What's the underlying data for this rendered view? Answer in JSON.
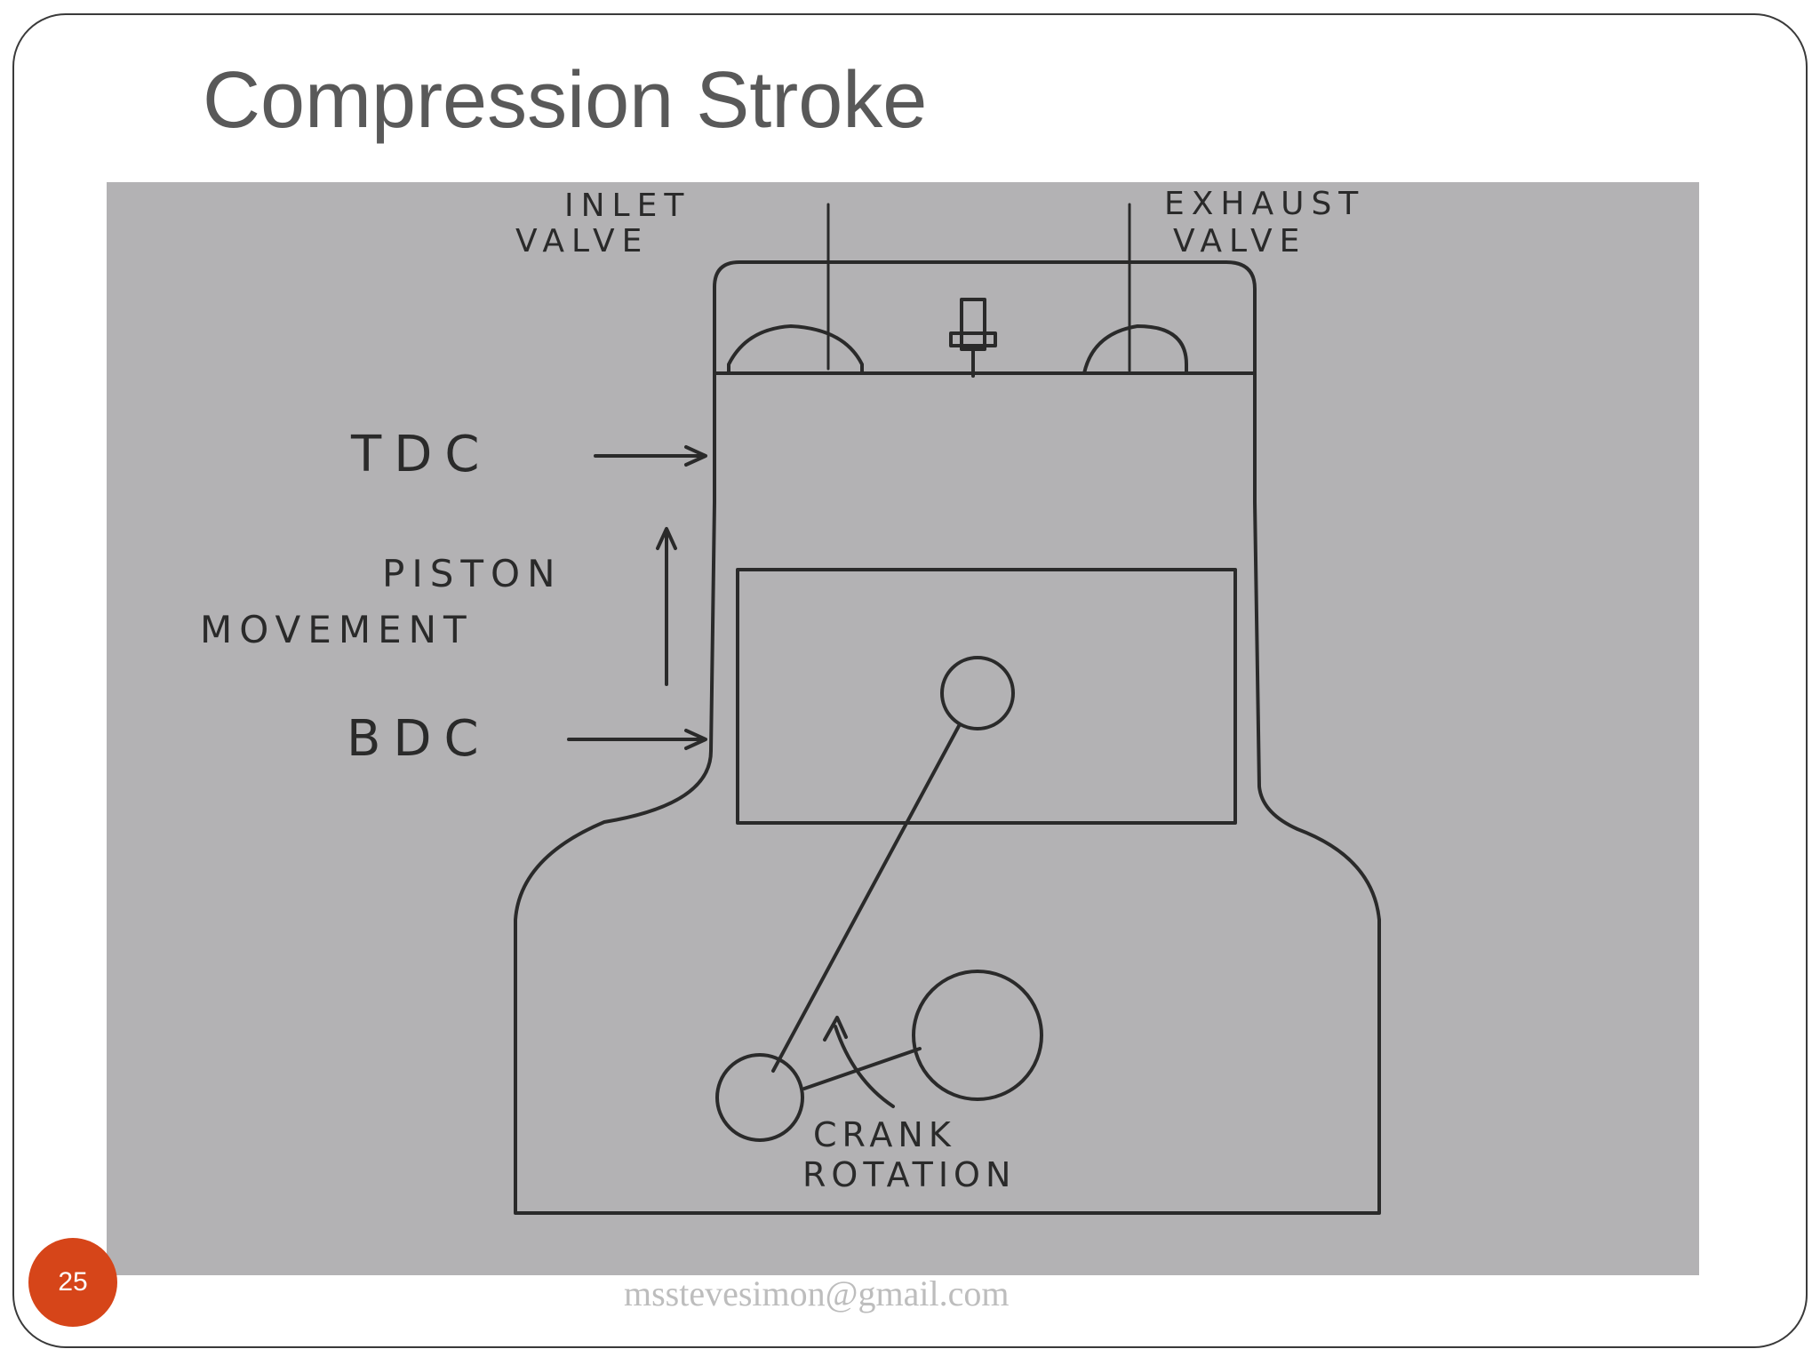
{
  "slide": {
    "title": "Compression Stroke",
    "number": "25",
    "footer_email": "msstevesimon@gmail.com"
  },
  "diagram": {
    "labels": {
      "inlet_valve_line1": "INLET",
      "inlet_valve_line2": "VALVE",
      "exhaust_valve_line1": "EXHAUST",
      "exhaust_valve_line2": "VALVE",
      "tdc": "TDC",
      "bdc": "BDC",
      "piston_movement_line1": "PISTON",
      "piston_movement_line2": "MOVEMENT",
      "crank_rotation_line1": "CRANK",
      "crank_rotation_line2": "ROTATION"
    },
    "colors": {
      "paper": "#b3b2b4",
      "ink": "#2a2a2a",
      "slide_number_badge": "#d64519"
    }
  }
}
